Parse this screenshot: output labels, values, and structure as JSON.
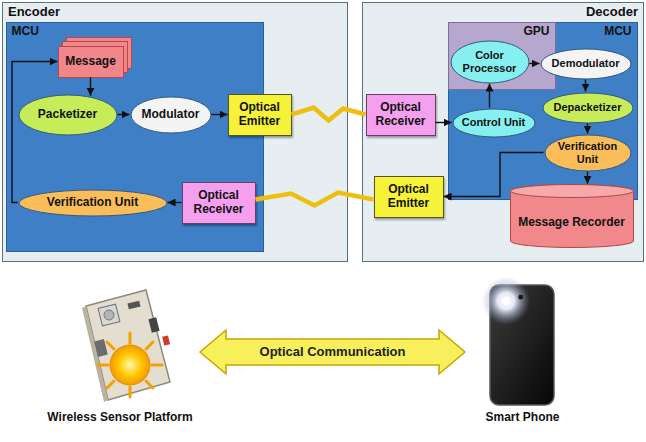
{
  "diagram": {
    "nodes": [
      {
        "text": [
          "Encoder"
        ]
      },
      {
        "text": [
          "MCU"
        ],
        "in": 0
      },
      {
        "text": [
          "Message"
        ],
        "in": 1
      },
      {
        "text": [
          "Packetizer"
        ],
        "in": 1
      },
      {
        "text": [
          "Modulator"
        ],
        "in": 1
      },
      {
        "text": [
          "Verification Unit"
        ],
        "in": 1
      },
      {
        "text": [
          "Optical Receiver"
        ],
        "in": 1
      },
      {
        "text": [
          "Optical Emitter"
        ],
        "in": 0
      },
      {
        "text": [
          "Decoder"
        ]
      },
      {
        "text": [
          "MCU"
        ],
        "in": 8
      },
      {
        "text": [
          "GPU"
        ],
        "in": 9
      },
      {
        "text": [
          "Color Processor"
        ],
        "in": 10
      },
      {
        "text": [
          "Demodulator"
        ],
        "in": 9
      },
      {
        "text": [
          "Control Unit"
        ],
        "in": 9
      },
      {
        "text": [
          "Depacketizer"
        ],
        "in": 9
      },
      {
        "text": [
          "Verification Unit"
        ],
        "in": 9
      },
      {
        "text": [
          "Optical Receiver"
        ],
        "in": 8
      },
      {
        "text": [
          "Optical Emitter"
        ],
        "in": 8
      },
      {
        "text": [
          "Message Recorder"
        ],
        "in": 8
      },
      {
        "text": [
          "Wireless Sensor Platform"
        ]
      },
      {
        "text": [
          "Smart Phone"
        ]
      }
    ],
    "edges": [
      {
        "from": 2,
        "to": 3,
        "arrow": "to"
      },
      {
        "from": 3,
        "to": 4,
        "arrow": "to"
      },
      {
        "from": 4,
        "to": 7,
        "arrow": "to"
      },
      {
        "from": 7,
        "to": 16,
        "arrow": "none"
      },
      {
        "from": 16,
        "to": 13,
        "arrow": "to"
      },
      {
        "from": 13,
        "to": 11,
        "arrow": "to"
      },
      {
        "from": 11,
        "to": 12,
        "arrow": "to"
      },
      {
        "from": 12,
        "to": 14,
        "arrow": "to"
      },
      {
        "from": 14,
        "to": 15,
        "arrow": "to"
      },
      {
        "from": 15,
        "to": 18,
        "arrow": "to"
      },
      {
        "from": 15,
        "to": 17,
        "arrow": "to"
      },
      {
        "from": 17,
        "to": 6,
        "arrow": "none"
      },
      {
        "from": 6,
        "to": 5,
        "arrow": "to"
      },
      {
        "from": 5,
        "to": 2,
        "arrow": "to"
      },
      {
        "from": 19,
        "to": 20,
        "label": "Optical Communication",
        "arrow": "both"
      }
    ]
  }
}
